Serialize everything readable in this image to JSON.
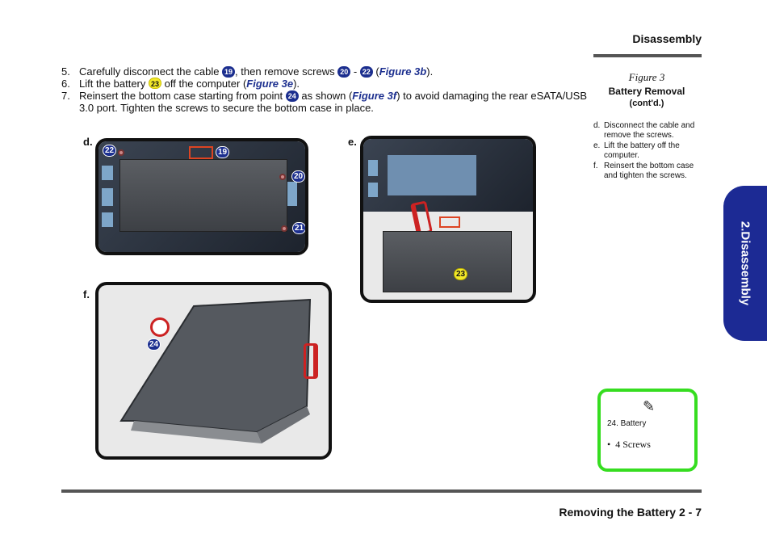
{
  "header": {
    "title": "Disassembly"
  },
  "steps": [
    {
      "num": "5.",
      "a": "Carefully disconnect the cable ",
      "b1": "19",
      "b": ", then remove screws ",
      "b2": "20",
      "c": " - ",
      "b3": "22",
      "d": " (",
      "fig": "Figure 3b",
      "e": ")."
    },
    {
      "num": "6.",
      "a": "Lift the battery ",
      "b1": "23",
      "b": "  off the computer (",
      "fig": "Figure 3e",
      "c": ")."
    },
    {
      "num": "7.",
      "a": "Reinsert the bottom case starting from point ",
      "b1": "24",
      "b": " as shown (",
      "fig": "Figure 3f",
      "c": ") to avoid damaging the rear eSATA/USB 3.0 port. Tighten the screws to secure the bottom case in place."
    }
  ],
  "sidebar": {
    "figure": "Figure 3",
    "title": "Battery Removal",
    "subtitle": "(cont'd.)",
    "notes": [
      {
        "k": "d.",
        "t": "Disconnect the cable and remove the screws."
      },
      {
        "k": "e.",
        "t": "Lift the battery off the computer."
      },
      {
        "k": "f.",
        "t": "Reinsert the bottom case and tighten the screws."
      }
    ]
  },
  "tab": {
    "label": "2.Disassembly"
  },
  "figures": {
    "d": {
      "label": "d.",
      "callouts": {
        "c19": "19",
        "c20": "20",
        "c21": "21",
        "c22": "22"
      }
    },
    "e": {
      "label": "e.",
      "callouts": {
        "c23": "23"
      }
    },
    "f": {
      "label": "f.",
      "callouts": {
        "c24": "24"
      }
    }
  },
  "note_box": {
    "item": "24. Battery",
    "bullet": "•",
    "detail": "4 Screws"
  },
  "footer": {
    "text": "Removing the Battery  2  -  7"
  },
  "colors": {
    "callout": "#1c2f8f",
    "tab": "#1c2a94",
    "note_border": "#36dd20"
  }
}
